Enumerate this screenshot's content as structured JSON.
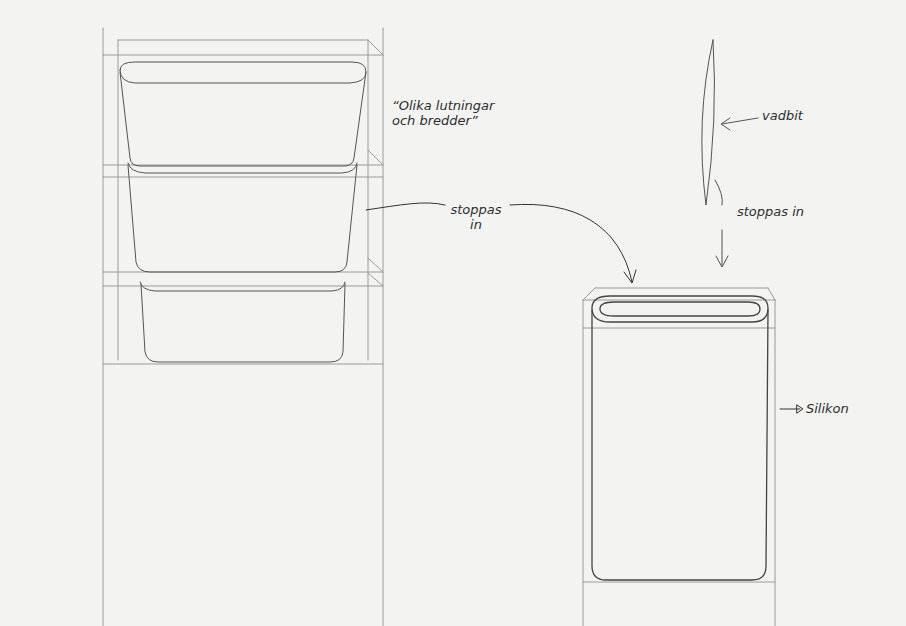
{
  "diagram": {
    "labels": [
      "“Olika lutningar och bredder”",
      "stoppas in",
      "vadbit",
      "stoppas in",
      "Silikon"
    ]
  }
}
